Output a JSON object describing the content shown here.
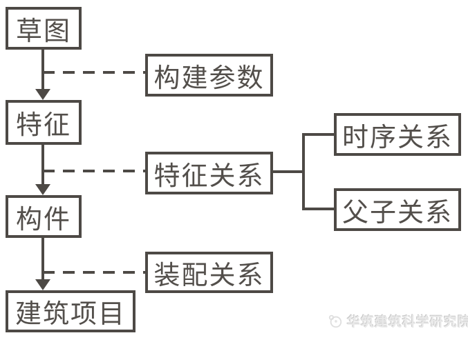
{
  "diagram": {
    "main_flow": [
      {
        "id": "sketch",
        "label": "草图"
      },
      {
        "id": "feature",
        "label": "特征"
      },
      {
        "id": "component",
        "label": "构件"
      },
      {
        "id": "building_project",
        "label": "建筑项目"
      }
    ],
    "relation_boxes": [
      {
        "id": "build_parameters",
        "label": "构建参数",
        "linked_from": "sketch-feature"
      },
      {
        "id": "feature_relations",
        "label": "特征关系",
        "linked_from": "feature-component"
      },
      {
        "id": "assembly_relations",
        "label": "装配关系",
        "linked_from": "component-building_project"
      }
    ],
    "sub_relations": [
      {
        "id": "temporal_relations",
        "label": "时序关系",
        "parent": "feature_relations"
      },
      {
        "id": "parent_child_relations",
        "label": "父子关系",
        "parent": "feature_relations"
      }
    ],
    "colors": {
      "line": "#4d4945",
      "background": "#ffffff",
      "watermark": "#e9e9e9"
    }
  },
  "watermark": {
    "text": "华筑建筑科学研究院",
    "logo": "panda-logo-icon"
  }
}
